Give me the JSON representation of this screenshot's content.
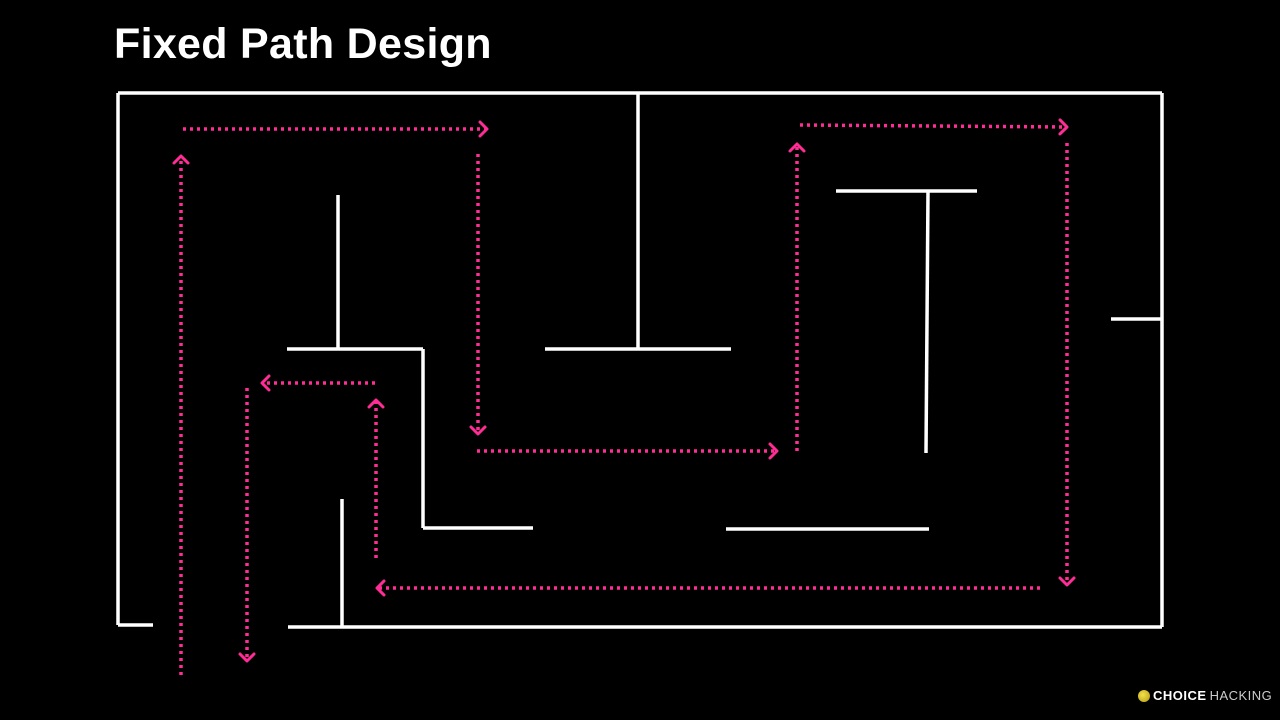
{
  "title": "Fixed Path Design",
  "logo": {
    "bold": "CHOICE",
    "light": "HACKING"
  },
  "colors": {
    "wall": "#ffffff",
    "path": "#ff2d95",
    "background": "#000000"
  }
}
